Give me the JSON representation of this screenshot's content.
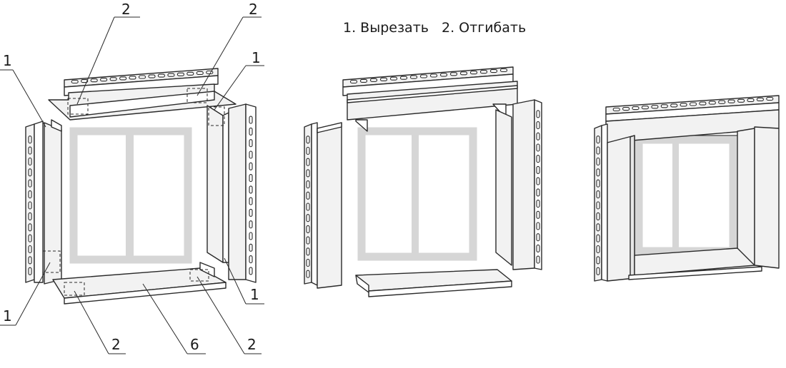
{
  "legend": {
    "item1": "1. Вырезать",
    "item2": "2. Отгибать"
  },
  "callouts": {
    "top_left": "2",
    "top_right": "2",
    "left": "1",
    "right": "1",
    "right_lower": "1",
    "left_lower": "1",
    "bottom_left": "2",
    "bottom_center": "6",
    "bottom_right": "2"
  },
  "colors": {
    "line": "#2a2a2a",
    "panel": "#f2f2f2",
    "window_frame": "#d6d6d6"
  }
}
